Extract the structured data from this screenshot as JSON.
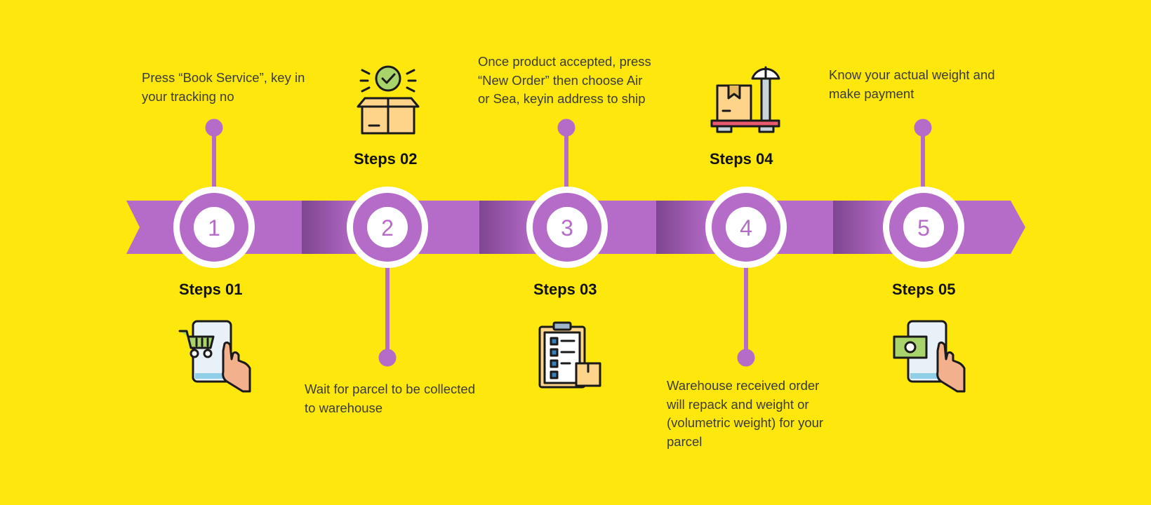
{
  "colors": {
    "background": "#FEE70D",
    "ribbon": "#B56BC8",
    "ribbon_shade": "#8A4E99",
    "circle_ring": "#FFFFFF",
    "icon_outline": "#1a1a1a",
    "icon_fill_box": "#FDD48A",
    "icon_fill_green": "#A9D36B",
    "icon_fill_skin": "#F3B08C",
    "icon_fill_screen": "#E8F1F8",
    "icon_fill_red": "#EA5A6E"
  },
  "steps": [
    {
      "number": "1",
      "title": "Steps 01",
      "description": "Press “Book Service”, key in\nyour tracking no",
      "icon": "phone-shopping-cart-icon"
    },
    {
      "number": "2",
      "title": "Steps 02",
      "description": "Wait for parcel to be collected\nto warehouse",
      "icon": "package-checkmark-icon"
    },
    {
      "number": "3",
      "title": "Steps 03",
      "description": "Once product accepted, press\n“New Order” then choose Air\nor Sea, keyin address to ship",
      "icon": "clipboard-checklist-icon"
    },
    {
      "number": "4",
      "title": "Steps 04",
      "description": "Warehouse received order\nwill repack and weight or\n(volumetric weight) for your\nparcel",
      "icon": "weighing-scale-icon"
    },
    {
      "number": "5",
      "title": "Steps 05",
      "description": "Know your actual weight and\nmake payment",
      "icon": "phone-payment-icon"
    }
  ]
}
